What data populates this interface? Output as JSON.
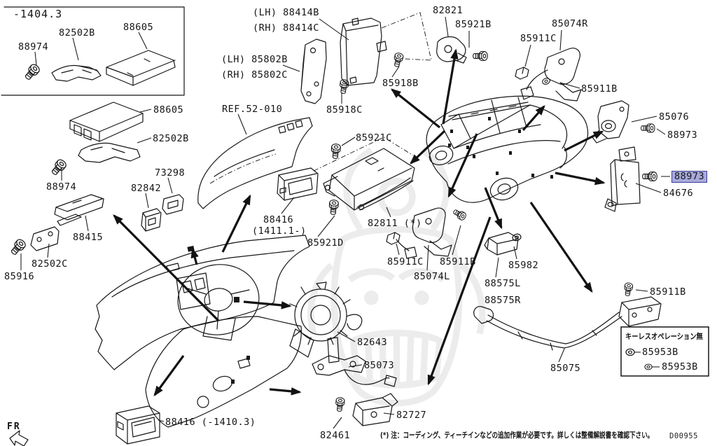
{
  "colors": {
    "highlight_bg": "#a8aadc",
    "highlight_border": "#3e3e96",
    "line": "#161616"
  },
  "box_header": "-1404.3",
  "ref_label": "REF.52-010",
  "fr_label": "FR",
  "doc_number": "D00955",
  "footnote": "(*) 注：コーディング、ティーチインなどの追加作業が必要です。詳しくは整備解説書を確認下さい。",
  "keyless": {
    "title": "キーレスオペレーション無",
    "item1": "85953B",
    "item2": "85953B"
  },
  "labels": {
    "l88974_a": "88974",
    "l82502B_a": "82502B",
    "l88605_a": "88605",
    "l88605_b": "88605",
    "l82502B_b": "82502B",
    "l88974_b": "88974",
    "l88415": "88415",
    "l82502C": "82502C",
    "l85916": "85916",
    "l73298": "73298",
    "l82842": "82842",
    "l88416_a1": "88416",
    "l88416_a2": "(1411.1-)",
    "l88414B": "(LH) 88414B",
    "l88414C": "(RH) 88414C",
    "l85802B": "(LH) 85802B",
    "l85802C": "(RH) 85802C",
    "l85918B": "85918B",
    "l85918C": "85918C",
    "l85921C": "85921C",
    "l85921D": "85921D",
    "l82811": "82811 (*)",
    "l82821": "82821",
    "l85921B": "85921B",
    "l85911C_a": "85911C",
    "l85074R": "85074R",
    "l85911B_a": "85911B",
    "l85076": "85076",
    "l88973_a": "88973",
    "l88973_sel": "88973",
    "l84676": "84676",
    "l85911C_b": "85911C",
    "l85911B_b": "85911B",
    "l85074L": "85074L",
    "l85982": "85982",
    "l88575L": "88575L",
    "l88575R": "88575R",
    "l82643": "82643",
    "l85073": "85073",
    "l82727": "82727",
    "l82461": "82461",
    "l88416_b": "88416 (-1410.3)",
    "l85075": "85075",
    "l85911B_c": "85911B"
  }
}
